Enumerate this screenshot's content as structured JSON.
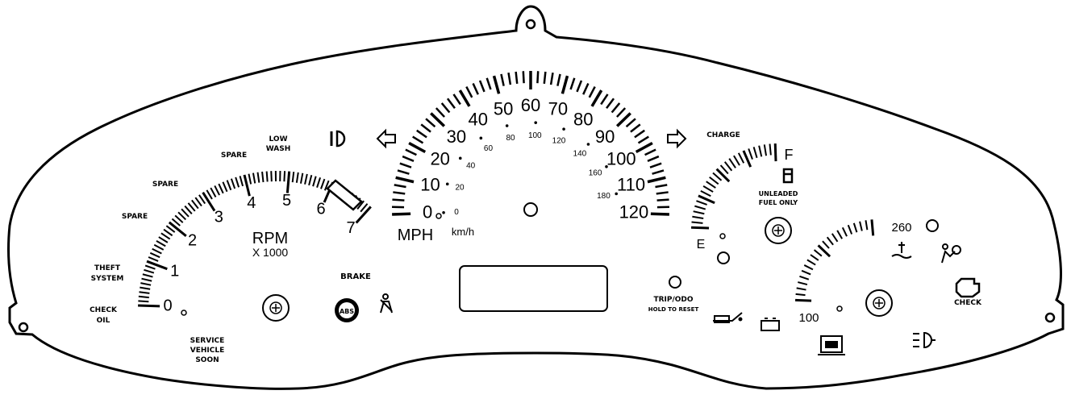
{
  "tach": {
    "numbers": [
      "0",
      "1",
      "2",
      "3",
      "4",
      "5",
      "6",
      "7"
    ],
    "title": "RPM",
    "multiplier": "X 1000"
  },
  "speedo": {
    "mph_numbers": [
      "0",
      "10",
      "20",
      "30",
      "40",
      "50",
      "60",
      "70",
      "80",
      "90",
      "100",
      "110",
      "120"
    ],
    "kmh_numbers": [
      "0",
      "20",
      "40",
      "60",
      "80",
      "100",
      "120",
      "140",
      "160",
      "180"
    ],
    "mph_label": "MPH",
    "kmh_label": "km/h"
  },
  "fuel": {
    "full": "F",
    "empty": "E",
    "note_line1": "UNLEADED",
    "note_line2": "FUEL ONLY"
  },
  "temp": {
    "high": "260",
    "low": "100"
  },
  "labels": {
    "low_wash_1": "LOW",
    "low_wash_2": "WASH",
    "spare_1": "SPARE",
    "spare_2": "SPARE",
    "spare_3": "SPARE",
    "theft_1": "THEFT",
    "theft_2": "SYSTEM",
    "check_oil_1": "CHECK",
    "check_oil_2": "OIL",
    "service_1": "SERVICE",
    "service_2": "VEHICLE",
    "service_3": "SOON",
    "brake": "BRAKE",
    "charge": "CHARGE",
    "trip_1": "TRIP/ODO",
    "trip_2": "HOLD TO RESET",
    "check_engine": "CHECK",
    "abs": "ABS"
  }
}
